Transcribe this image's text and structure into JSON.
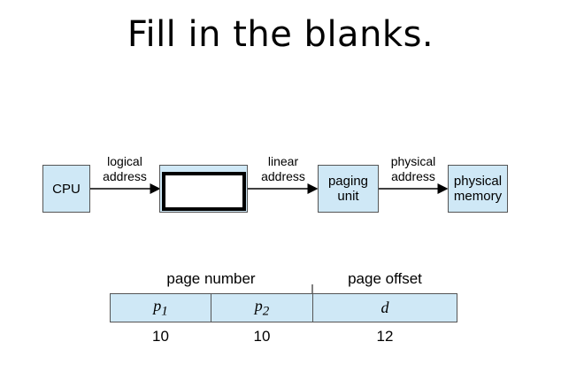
{
  "title": "Fill in the blanks.",
  "flow": {
    "cpu": "CPU",
    "logical_address": [
      "logical",
      "address"
    ],
    "linear_address": [
      "linear",
      "address"
    ],
    "paging_unit": [
      "paging",
      "unit"
    ],
    "physical_address": [
      "physical",
      "address"
    ],
    "physical_memory": [
      "physical",
      "memory"
    ]
  },
  "address_format": {
    "page_number_label": "page number",
    "page_offset_label": "page offset",
    "fields": [
      {
        "symbol": "p1",
        "bits": "10"
      },
      {
        "symbol": "p2",
        "bits": "10"
      },
      {
        "symbol": "d",
        "bits": "12"
      }
    ]
  },
  "colors": {
    "box_fill": "#cfe8f6",
    "border": "#555555"
  }
}
